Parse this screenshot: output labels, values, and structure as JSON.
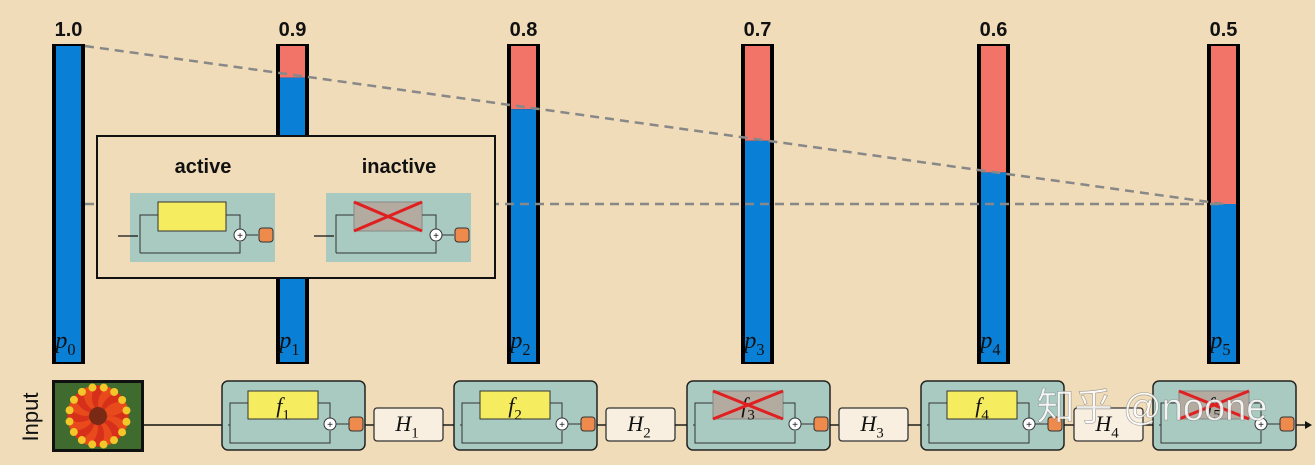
{
  "bars": [
    {
      "prob": "1.0",
      "survival": 1.0,
      "sym": "p",
      "sub": "0"
    },
    {
      "prob": "0.9",
      "survival": 0.9,
      "sym": "p",
      "sub": "1"
    },
    {
      "prob": "0.8",
      "survival": 0.8,
      "sym": "p",
      "sub": "2"
    },
    {
      "prob": "0.7",
      "survival": 0.7,
      "sym": "p",
      "sub": "3"
    },
    {
      "prob": "0.6",
      "survival": 0.6,
      "sym": "p",
      "sub": "4"
    },
    {
      "prob": "0.5",
      "survival": 0.5,
      "sym": "p",
      "sub": "5"
    }
  ],
  "legend": {
    "active_label": "active",
    "inactive_label": "inactive",
    "plus": "+"
  },
  "input_label": "Input",
  "blocks": [
    {
      "sym": "f",
      "sub": "1",
      "active": true
    },
    {
      "sym": "f",
      "sub": "2",
      "active": true
    },
    {
      "sym": "f",
      "sub": "3",
      "active": false
    },
    {
      "sym": "f",
      "sub": "4",
      "active": true
    },
    {
      "sym": "f",
      "sub": "5",
      "active": false
    }
  ],
  "transitions": [
    {
      "sym": "H",
      "sub": "1"
    },
    {
      "sym": "H",
      "sub": "2"
    },
    {
      "sym": "H",
      "sub": "3"
    },
    {
      "sym": "H",
      "sub": "4"
    }
  ],
  "watermark": "知乎 @noone",
  "colors": {
    "background": "#f0dcb8",
    "survive": "#0a7fd6",
    "drop": "#f27367",
    "block": "#a9cac0",
    "function": "#f5ec5f",
    "gate": "#ee8a4c",
    "cross": "#e02020",
    "transition": "#f8efe0"
  }
}
